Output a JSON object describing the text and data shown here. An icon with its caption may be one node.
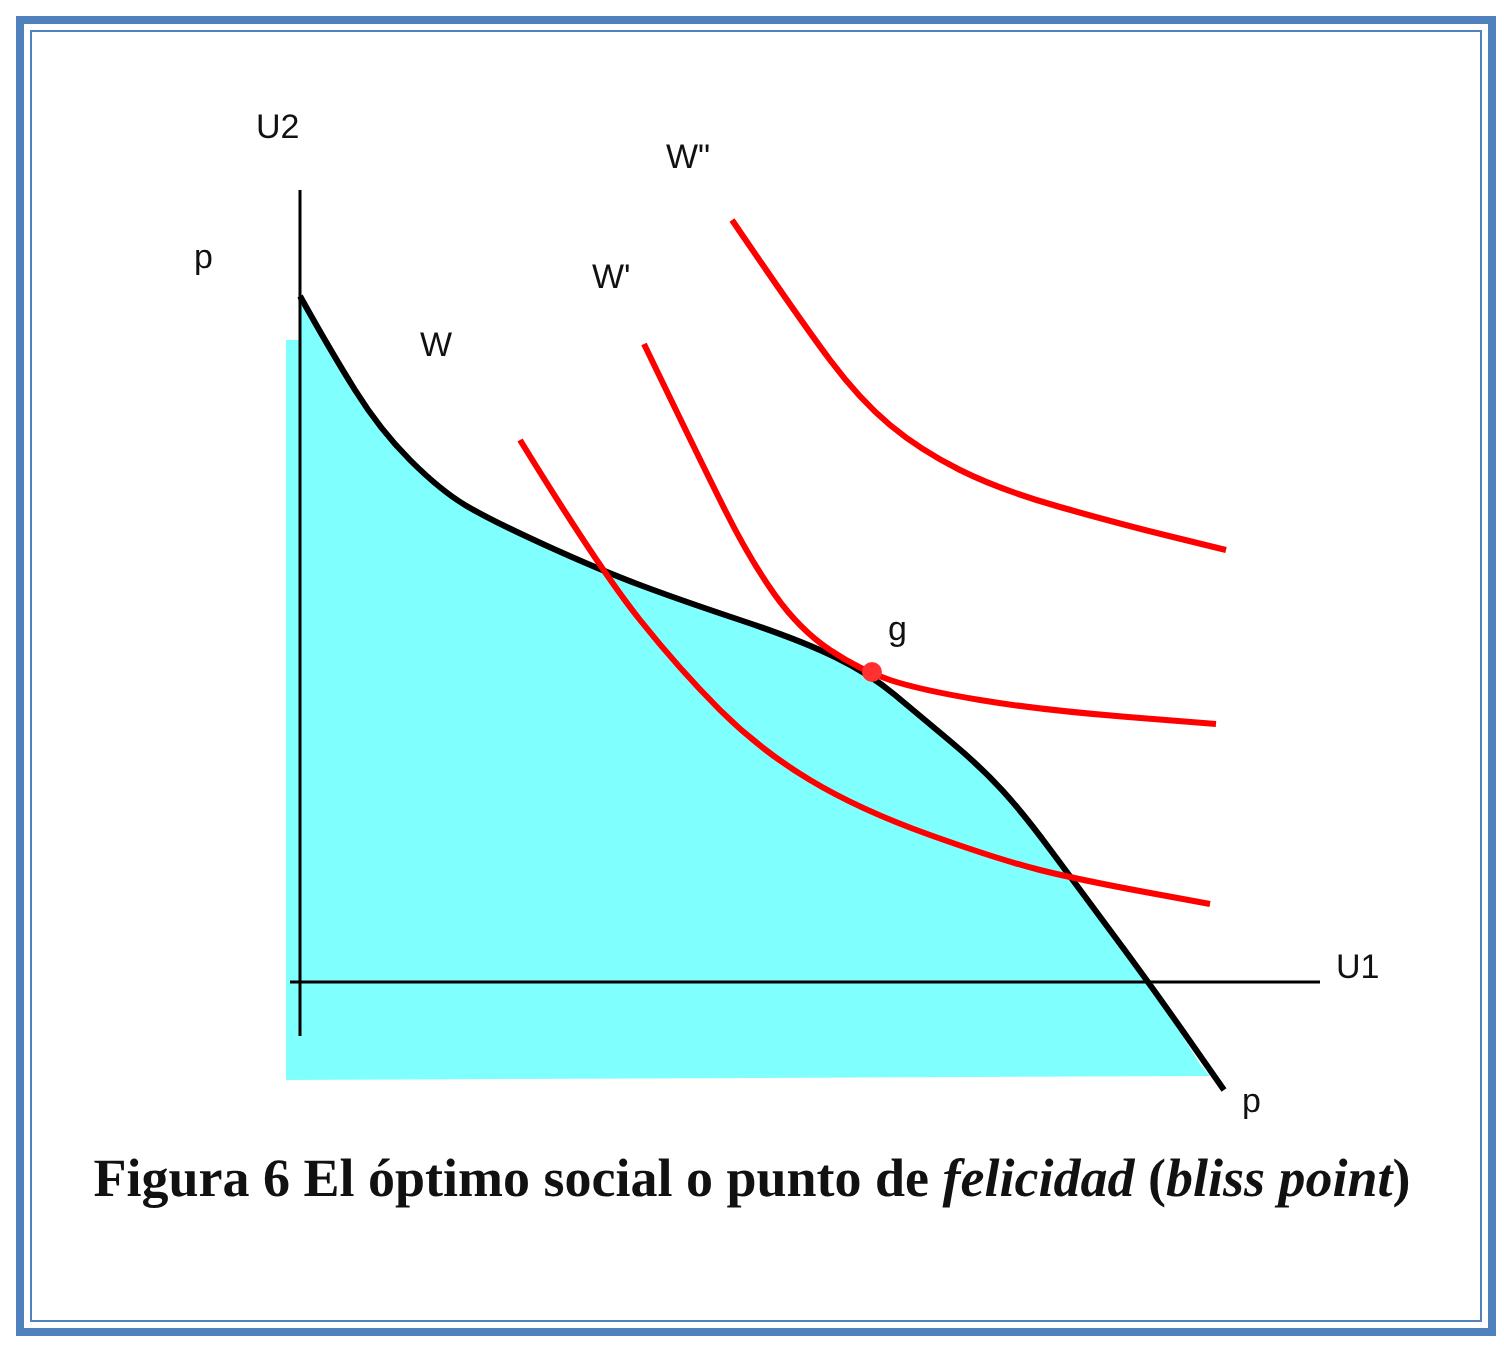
{
  "diagram": {
    "caption": "Figura 6 El óptimo social o punto de *felicidad* (*bliss point*)",
    "labels": [
      "U2",
      "p",
      "W\"",
      "W'",
      "W",
      "g",
      "U1",
      "p"
    ]
  }
}
